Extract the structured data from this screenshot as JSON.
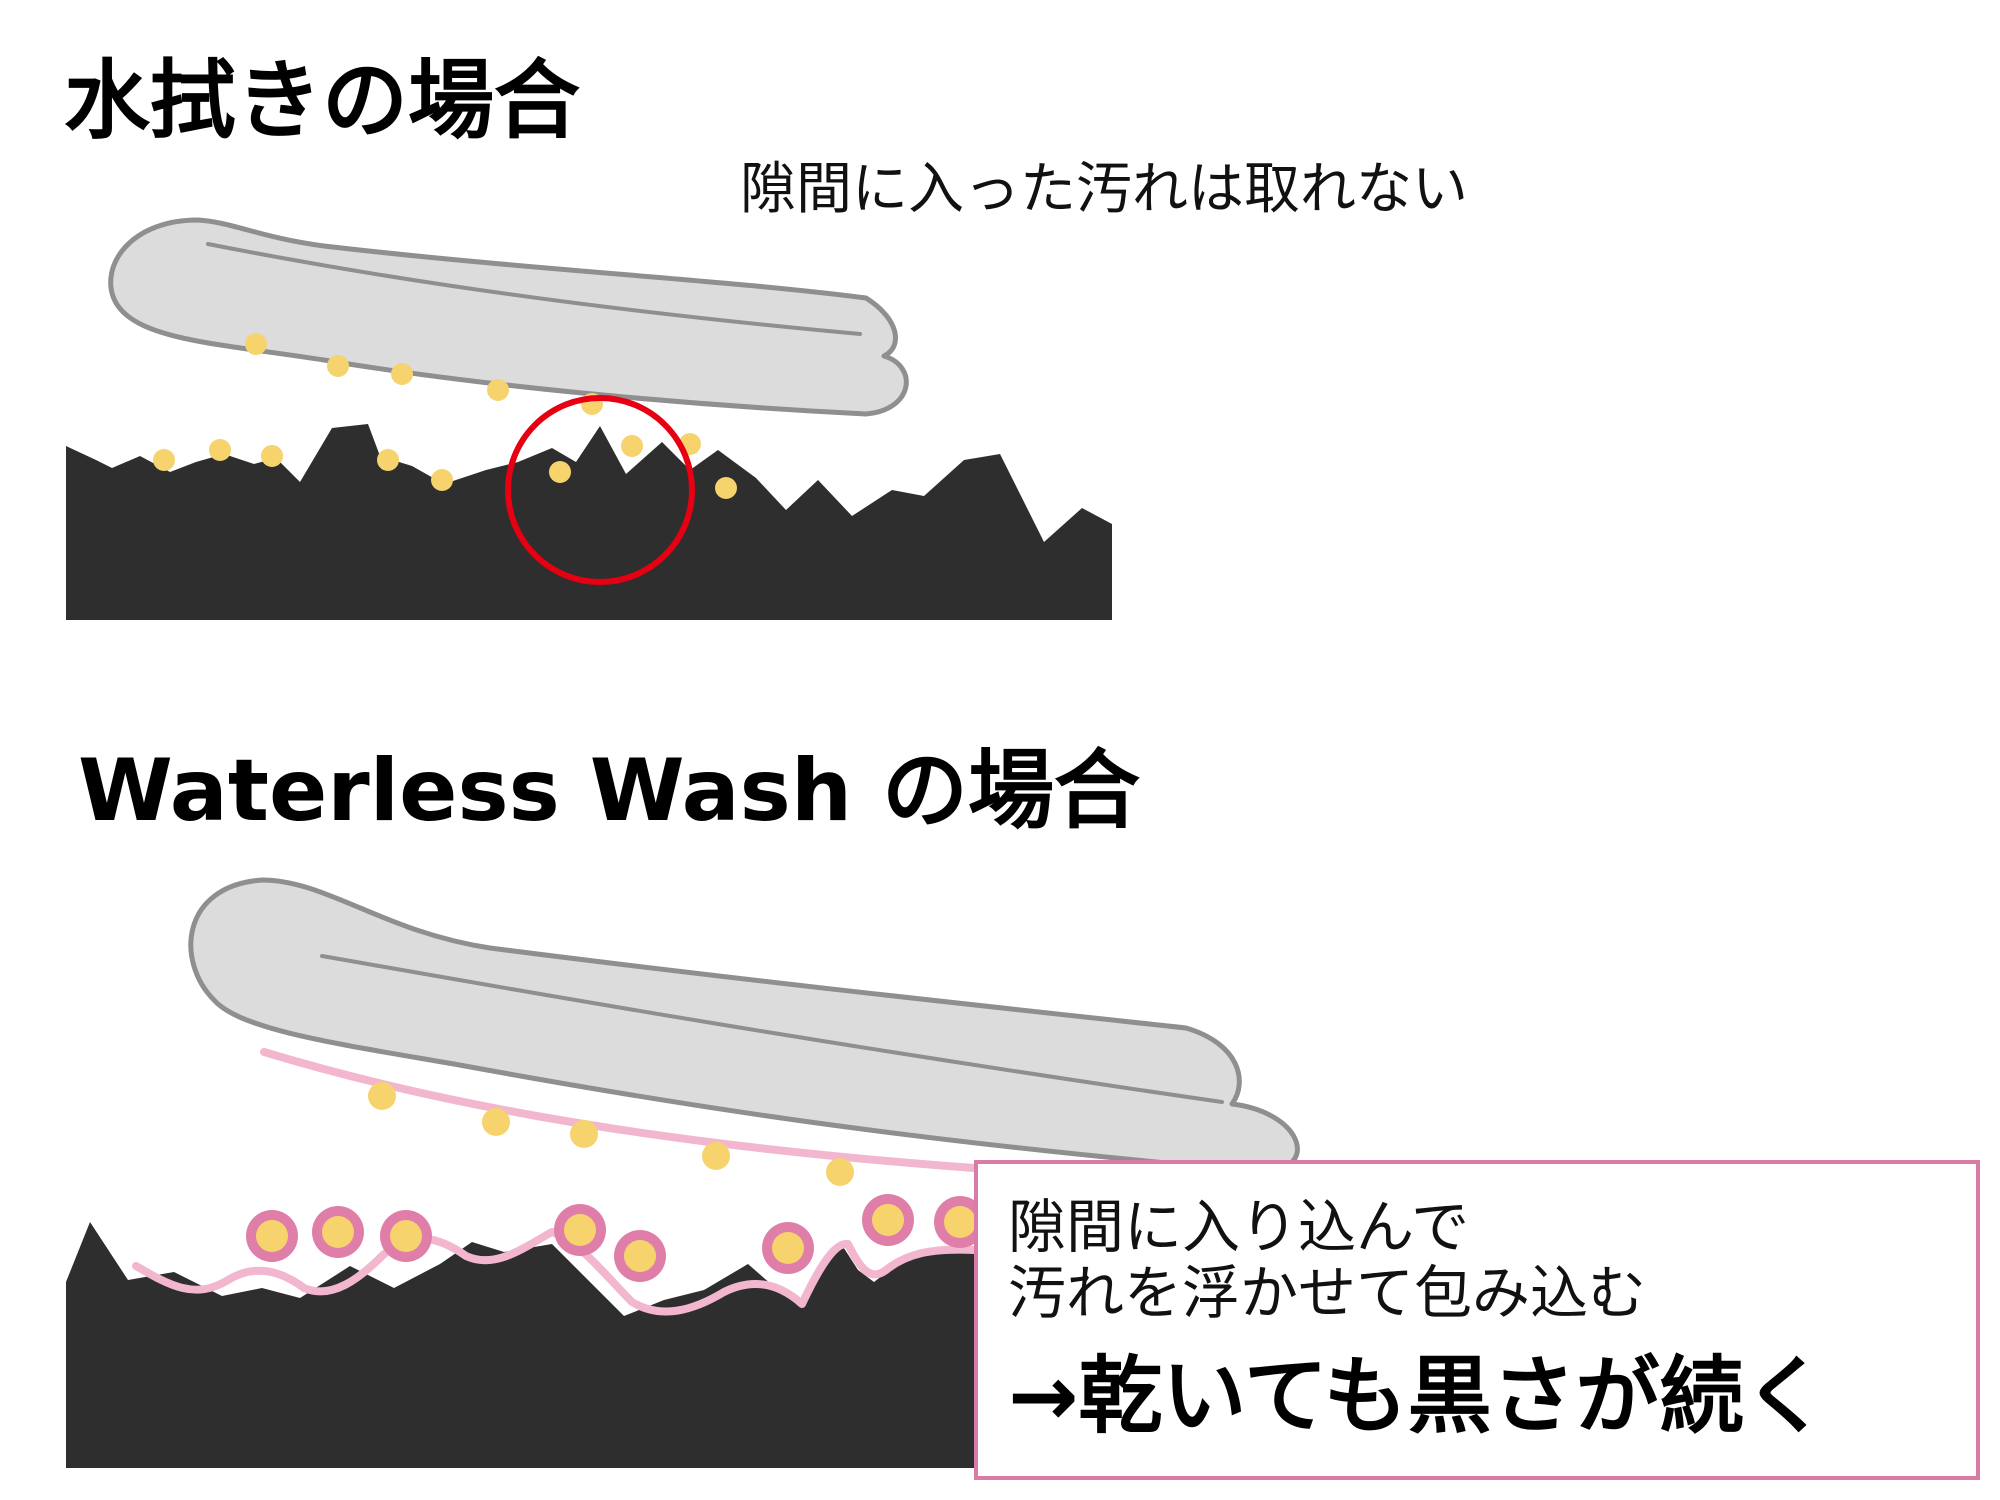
{
  "top_section": {
    "title": "水拭きの場合",
    "note": "隙間に入った汚れは取れない"
  },
  "bottom_section": {
    "title": "Waterless Wash の場合",
    "callout": {
      "line1": "隙間に入り込んで",
      "line2": "汚れを浮かせて包み込む",
      "line3": "→乾いても黒さが続く"
    }
  },
  "colors": {
    "surface": "#2e2e2e",
    "towel_fill": "#dcdcdc",
    "towel_outline": "#8f8f8f",
    "dirt": "#f6d36c",
    "wash_film": "#f2b7cf",
    "wash_bubble_ring": "#df7fa9",
    "highlight_circle": "#e60012",
    "callout_border": "#d97ba7"
  },
  "icons": {
    "towel": "folded-towel",
    "dirt": "dirt-particle",
    "surface": "rough-surface",
    "highlight": "highlight-circle",
    "bubble": "encapsulated-dirt"
  }
}
